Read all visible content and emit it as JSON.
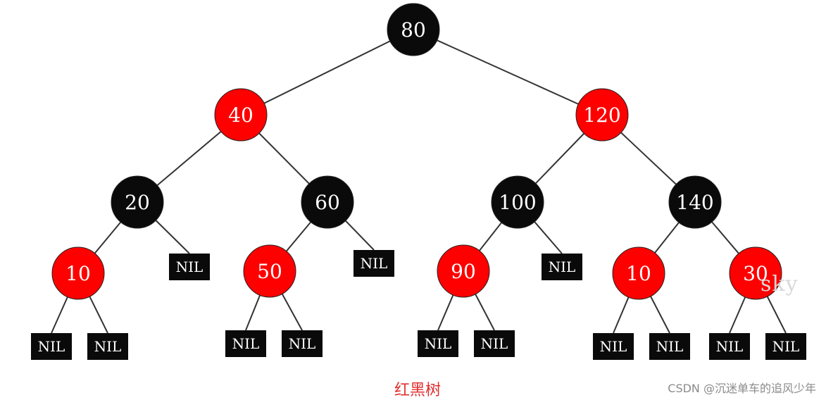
{
  "tree": {
    "nodes": [
      {
        "id": "n80",
        "label": "80",
        "color": "black"
      },
      {
        "id": "n40",
        "label": "40",
        "color": "red"
      },
      {
        "id": "n120",
        "label": "120",
        "color": "red"
      },
      {
        "id": "n20",
        "label": "20",
        "color": "black"
      },
      {
        "id": "n60",
        "label": "60",
        "color": "black"
      },
      {
        "id": "n100",
        "label": "100",
        "color": "black"
      },
      {
        "id": "n140",
        "label": "140",
        "color": "black"
      },
      {
        "id": "n10a",
        "label": "10",
        "color": "red"
      },
      {
        "id": "n50",
        "label": "50",
        "color": "red"
      },
      {
        "id": "n90",
        "label": "90",
        "color": "red"
      },
      {
        "id": "n10b",
        "label": "10",
        "color": "red"
      },
      {
        "id": "n30",
        "label": "30",
        "color": "red"
      }
    ],
    "nil_label": "NIL",
    "edges": [
      [
        "n80",
        "n40"
      ],
      [
        "n80",
        "n120"
      ],
      [
        "n40",
        "n20"
      ],
      [
        "n40",
        "n60"
      ],
      [
        "n120",
        "n100"
      ],
      [
        "n120",
        "n140"
      ],
      [
        "n20",
        "n10a"
      ],
      [
        "n20",
        "nil1"
      ],
      [
        "n60",
        "n50"
      ],
      [
        "n60",
        "nil2"
      ],
      [
        "n100",
        "n90"
      ],
      [
        "n100",
        "nil3"
      ],
      [
        "n140",
        "n10b"
      ],
      [
        "n140",
        "n30"
      ],
      [
        "n10a",
        "nil4"
      ],
      [
        "n10a",
        "nil5"
      ],
      [
        "n50",
        "nil6"
      ],
      [
        "n50",
        "nil7"
      ],
      [
        "n90",
        "nil8"
      ],
      [
        "n90",
        "nil9"
      ],
      [
        "n10b",
        "nil10"
      ],
      [
        "n10b",
        "nil11"
      ],
      [
        "n30",
        "nil12"
      ],
      [
        "n30",
        "nil13"
      ]
    ],
    "colors": {
      "red": "#ff0000",
      "black": "#0a0a0a",
      "edge": "#333333"
    }
  },
  "caption": "红黑树",
  "watermark": "CSDN @沉迷单车的追风少年",
  "stamp": "sky"
}
